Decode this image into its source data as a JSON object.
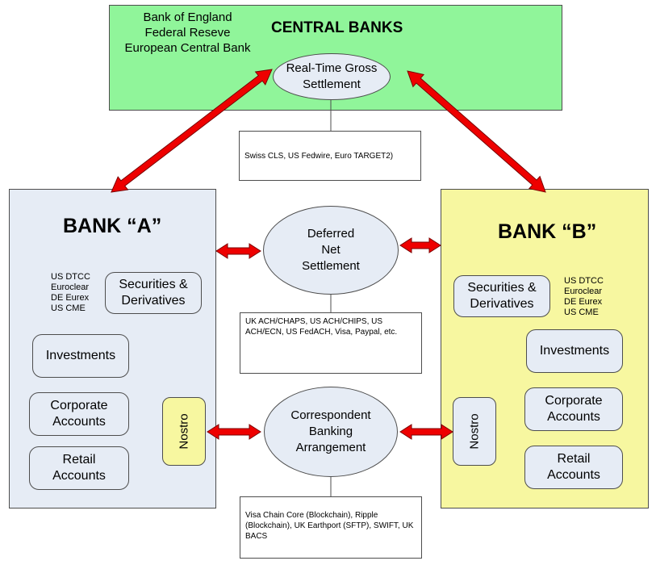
{
  "central": {
    "title": "CENTRAL BANKS",
    "names": [
      "Bank of England",
      "Federal Reseve",
      "European Central Bank"
    ],
    "rtgs": [
      "Real-Time Gross",
      "Settlement"
    ],
    "rtgs_note": "Swiss CLS, US Fedwire, Euro TARGET2)"
  },
  "bank_a": {
    "title": "BANK “A”",
    "exchanges": [
      "US DTCC",
      "Euroclear",
      "DE Eurex",
      "US CME"
    ],
    "securities": [
      "Securities &",
      "Derivatives"
    ],
    "investments": "Investments",
    "corporate": [
      "Corporate",
      "Accounts"
    ],
    "retail": [
      "Retail",
      "Accounts"
    ],
    "nostro": "Nostro"
  },
  "bank_b": {
    "title": "BANK “B”",
    "exchanges": [
      "US DTCC",
      "Euroclear",
      "DE Eurex",
      "US CME"
    ],
    "securities": [
      "Securities &",
      "Derivatives"
    ],
    "investments": "Investments",
    "corporate": [
      "Corporate",
      "Accounts"
    ],
    "retail": [
      "Retail",
      "Accounts"
    ],
    "nostro": "Nostro"
  },
  "dns": {
    "label": [
      "Deferred",
      "Net",
      "Settlement"
    ],
    "note": "UK ACH/CHAPS, US ACH/CHIPS, US ACH/ECN, US FedACH, Visa, Paypal, etc."
  },
  "correspondent": {
    "label": [
      "Correspondent",
      "Banking",
      "Arrangement"
    ],
    "note": "Visa Chain Core (Blockchain), Ripple (Blockchain), UK Earthport (SFTP), SWIFT, UK BACS"
  },
  "colors": {
    "central_bg": "#90f59a",
    "bank_a_bg": "#e6ecf5",
    "bank_b_bg": "#f7f7a0",
    "nostro_a_bg": "#f7f7a0",
    "nostro_b_bg": "#e6ecf5",
    "arrow": "#ee0000"
  }
}
